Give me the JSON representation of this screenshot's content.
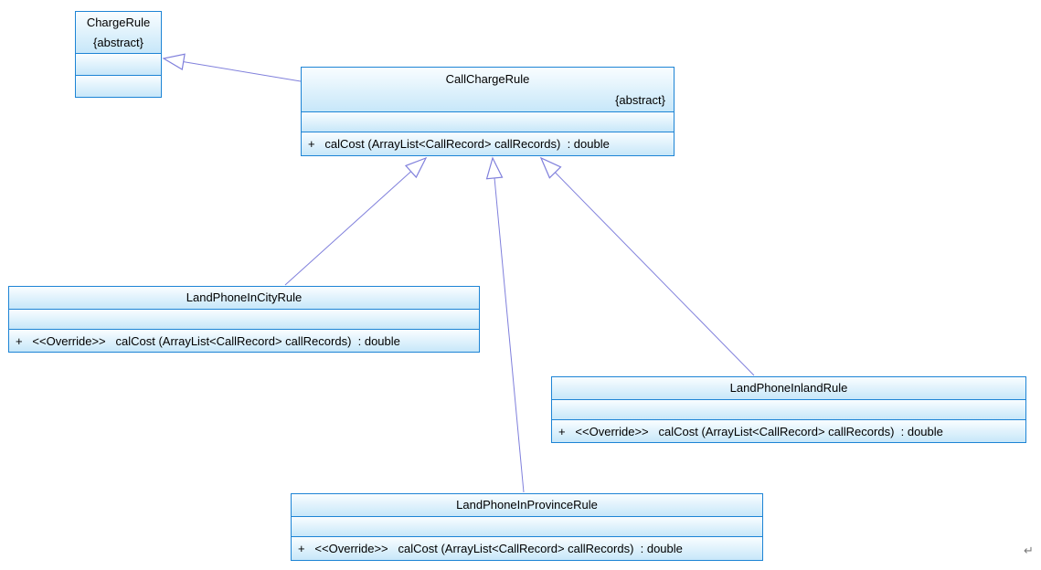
{
  "colors": {
    "border": "#1d84d5",
    "fill_top": "#f9fdff",
    "fill_bottom": "#c7e7f9",
    "edge": "#8080dc",
    "text": "#000000",
    "return_gray": "#7a7a7a"
  },
  "diagram": {
    "type": "uml-class-diagram",
    "classes": [
      {
        "name": "ChargeRule",
        "stereotype": "{abstract}",
        "attributes": [],
        "operations": []
      },
      {
        "name": "CallChargeRule",
        "stereotype": "{abstract}",
        "attributes": [],
        "operations": [
          "+   calCost (ArrayList<CallRecord> callRecords)  : double"
        ]
      },
      {
        "name": "LandPhoneInCityRule",
        "attributes": [],
        "operations": [
          "+   <<Override>>   calCost (ArrayList<CallRecord> callRecords)  : double"
        ]
      },
      {
        "name": "LandPhoneInlandRule",
        "attributes": [],
        "operations": [
          "+   <<Override>>   calCost (ArrayList<CallRecord> callRecords)  : double"
        ]
      },
      {
        "name": "LandPhoneInProvinceRule",
        "attributes": [],
        "operations": [
          "+   <<Override>>   calCost (ArrayList<CallRecord> callRecords)  : double"
        ]
      }
    ],
    "relations": [
      {
        "type": "generalization",
        "from": "CallChargeRule",
        "to": "ChargeRule"
      },
      {
        "type": "generalization",
        "from": "LandPhoneInCityRule",
        "to": "CallChargeRule"
      },
      {
        "type": "generalization",
        "from": "LandPhoneInProvinceRule",
        "to": "CallChargeRule"
      },
      {
        "type": "generalization",
        "from": "LandPhoneInlandRule",
        "to": "CallChargeRule"
      }
    ]
  },
  "footer": {
    "return_mark": "↵"
  }
}
